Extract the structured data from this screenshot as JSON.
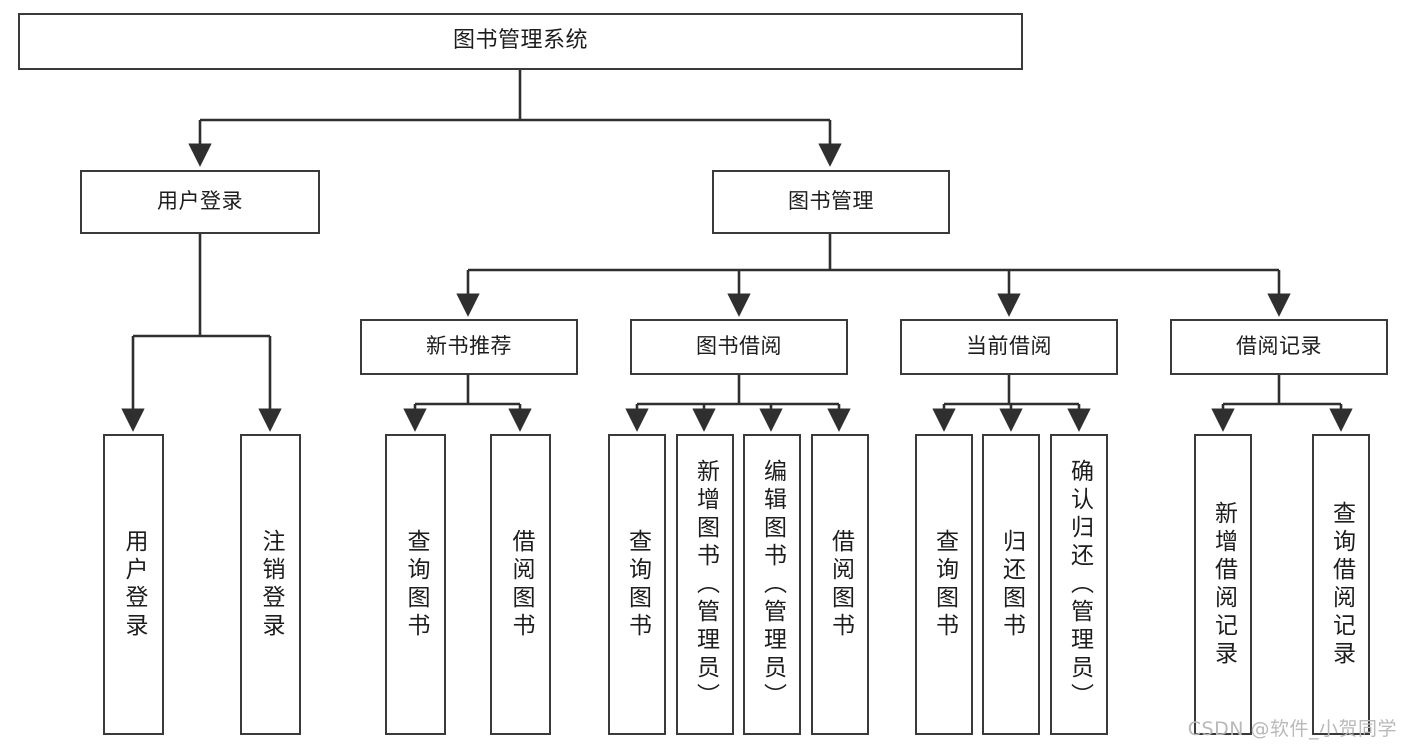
{
  "diagram": {
    "type": "tree-hierarchy",
    "title": "图书管理系统",
    "watermark": "CSDN @软件_小贺同学",
    "colors": {
      "box_border": "#3a3a3a",
      "box_fill": "#ffffff",
      "edge": "#2f2f2f",
      "text": "#1d1d1d",
      "watermark": "#b9b9b9",
      "background": "#ffffff"
    },
    "levels": {
      "root": {
        "label": "图书管理系统"
      },
      "level2": [
        {
          "id": "user-login",
          "label": "用户登录"
        },
        {
          "id": "book-manage",
          "label": "图书管理"
        }
      ],
      "level3": [
        {
          "id": "new-book-recommend",
          "label": "新书推荐"
        },
        {
          "id": "book-borrow",
          "label": "图书借阅"
        },
        {
          "id": "current-borrow",
          "label": "当前借阅"
        },
        {
          "id": "borrow-record",
          "label": "借阅记录"
        }
      ],
      "leaves": {
        "user_login": [
          {
            "id": "leaf-user-login",
            "label": "用户登录"
          },
          {
            "id": "leaf-logout-login",
            "label": "注销登录"
          }
        ],
        "new_book_recommend": [
          {
            "id": "leaf-query-book-1",
            "label": "查询图书"
          },
          {
            "id": "leaf-borrow-book-1",
            "label": "借阅图书"
          }
        ],
        "book_borrow": [
          {
            "id": "leaf-query-book-2",
            "label": "查询图书"
          },
          {
            "id": "leaf-add-book",
            "label": "新增图书（管理员）"
          },
          {
            "id": "leaf-edit-book",
            "label": "编辑图书（管理员）"
          },
          {
            "id": "leaf-borrow-book-2",
            "label": "借阅图书"
          }
        ],
        "current_borrow": [
          {
            "id": "leaf-query-book-3",
            "label": "查询图书"
          },
          {
            "id": "leaf-return-book",
            "label": "归还图书"
          },
          {
            "id": "leaf-confirm-return",
            "label": "确认归还（管理员）"
          }
        ],
        "borrow_record": [
          {
            "id": "leaf-add-record",
            "label": "新增借阅记录"
          },
          {
            "id": "leaf-query-record",
            "label": "查询借阅记录"
          }
        ]
      }
    }
  }
}
